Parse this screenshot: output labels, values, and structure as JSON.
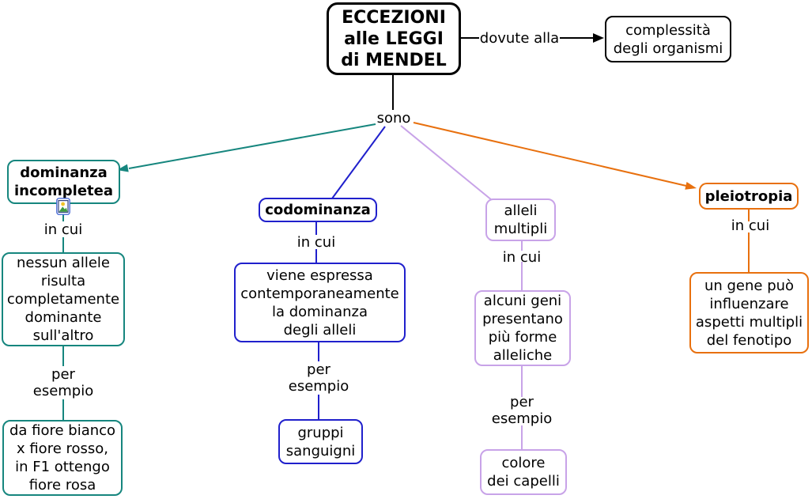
{
  "palette": {
    "black": "#000000",
    "teal": "#16867E",
    "blue": "#2020CC",
    "lavender": "#C8A3E8",
    "orange": "#E8700E"
  },
  "root": {
    "label": "ECCEZIONI\nalle LEGGI\ndi MENDEL"
  },
  "cause": {
    "link_label": "dovute alla",
    "concept": "complessità\ndegli organismi"
  },
  "sono_label": "sono",
  "branches": [
    {
      "name": "dominanza incompletea",
      "color": "#16867E",
      "concept": "dominanza\nincompletea",
      "icon": "image-resource-icon",
      "link1": "in cui",
      "description": "nessun allele\nrisulta\ncompletamente\ndominante\nsull'altro",
      "link2": "per\nesempio",
      "example": "da fiore bianco\nx fiore rosso,\nin F1 ottengo\nfiore rosa"
    },
    {
      "name": "codominanza",
      "color": "#2020CC",
      "concept": "codominanza",
      "link1": "in cui",
      "description": "viene espressa\ncontemporaneamente\nla dominanza\ndegli alleli",
      "link2": "per\nesempio",
      "example": "gruppi\nsanguigni"
    },
    {
      "name": "alleli multipli",
      "color": "#C8A3E8",
      "concept": "alleli\nmultipli",
      "link1": "in cui",
      "description": "alcuni geni\npresentano\npiù forme\nalleliche",
      "link2": "per\nesempio",
      "example": "colore\ndei capelli"
    },
    {
      "name": "pleiotropia",
      "color": "#E8700E",
      "concept": "pleiotropia",
      "link1": "in cui",
      "description": "un gene può\ninfluenzare\naspetti multipli\ndel fenotipo"
    }
  ]
}
